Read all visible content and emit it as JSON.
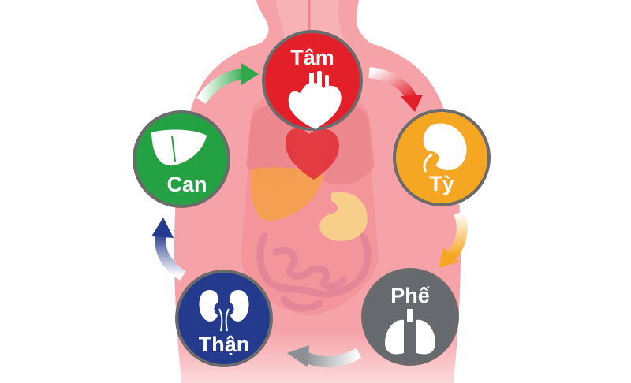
{
  "diagram": {
    "elements": {
      "tam": {
        "label": "Tâm",
        "color": "#e3202a",
        "icon": "heart-icon"
      },
      "ty": {
        "label": "Tỳ",
        "color": "#f5a623",
        "icon": "spleen-icon"
      },
      "phe": {
        "label": "Phế",
        "color": "#666a6e",
        "icon": "lungs-icon"
      },
      "than": {
        "label": "Thận",
        "color": "#243a8c",
        "icon": "kidneys-icon"
      },
      "can": {
        "label": "Can",
        "color": "#24a243",
        "icon": "liver-icon"
      }
    },
    "cycle_order": [
      "Can",
      "Tâm",
      "Tỳ",
      "Phế",
      "Thận"
    ],
    "arrow_colors": {
      "can_to_tam": "#2ea84a",
      "tam_to_ty": "#e3202a",
      "ty_to_phe": "#f5a623",
      "phe_to_than": "#8c8f93",
      "than_to_can": "#243a8c"
    },
    "body_colors": {
      "skin": "#f5a3a8",
      "torso_shade": "#f29399"
    }
  }
}
